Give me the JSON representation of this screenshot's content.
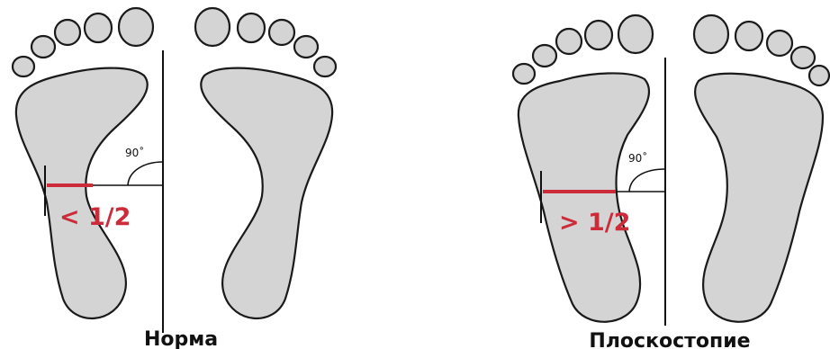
{
  "colors": {
    "foot_fill": "#d4d4d4",
    "outline": "#1a1a1a",
    "measure": "#cc2b3a"
  },
  "normal": {
    "angle_label": "90˚",
    "ratio_label": "< 1/2",
    "caption": "Норма"
  },
  "flat": {
    "angle_label": "90˚",
    "ratio_label": "> 1/2",
    "caption": "Плоскостопие"
  }
}
